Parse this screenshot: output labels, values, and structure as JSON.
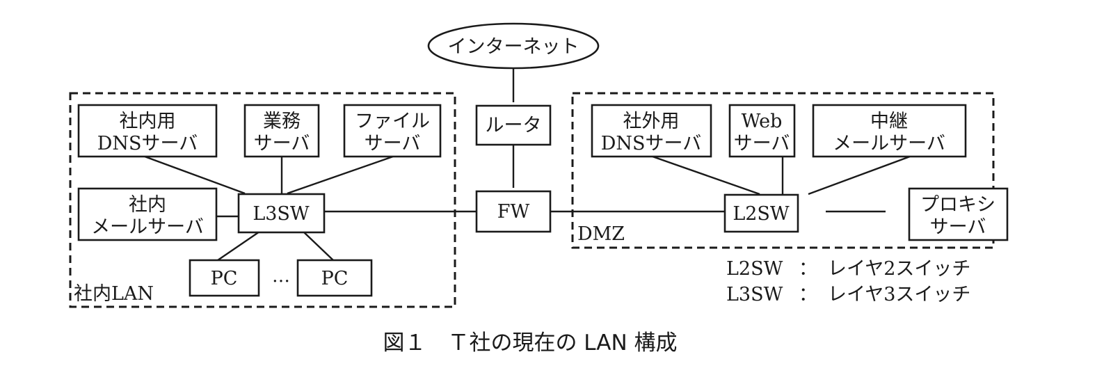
{
  "figure": {
    "caption": "図１　Ｔ社の現在の LAN 構成"
  },
  "internet": {
    "label": "インターネット"
  },
  "core": {
    "router": {
      "label": "ルータ"
    },
    "firewall": {
      "label": "FW"
    }
  },
  "internal_lan": {
    "zone_label": "社内LAN",
    "nodes": {
      "internal_dns": {
        "line1": "社内用",
        "line2": "DNSサーバ"
      },
      "business_server": {
        "line1": "業務",
        "line2": "サーバ"
      },
      "file_server": {
        "line1": "ファイル",
        "line2": "サーバ"
      },
      "internal_mail": {
        "line1": "社内",
        "line2": "メールサーバ"
      },
      "l3sw": {
        "label": "L3SW"
      },
      "pc1": {
        "label": "PC"
      },
      "pc_ellipsis": {
        "label": "…"
      },
      "pc2": {
        "label": "PC"
      }
    }
  },
  "dmz": {
    "zone_label": "DMZ",
    "nodes": {
      "external_dns": {
        "line1": "社外用",
        "line2": "DNSサーバ"
      },
      "web_server": {
        "line1": "Web",
        "line2": "サーバ"
      },
      "relay_mail": {
        "line1": "中継",
        "line2": "メールサーバ"
      },
      "l2sw": {
        "label": "L2SW"
      },
      "proxy_server": {
        "line1": "プロキシ",
        "line2": "サーバ"
      }
    }
  },
  "legend": [
    {
      "term": "L2SW",
      "sep": "：",
      "desc": "レイヤ2スイッチ"
    },
    {
      "term": "L3SW",
      "sep": "：",
      "desc": "レイヤ3スイッチ"
    }
  ]
}
